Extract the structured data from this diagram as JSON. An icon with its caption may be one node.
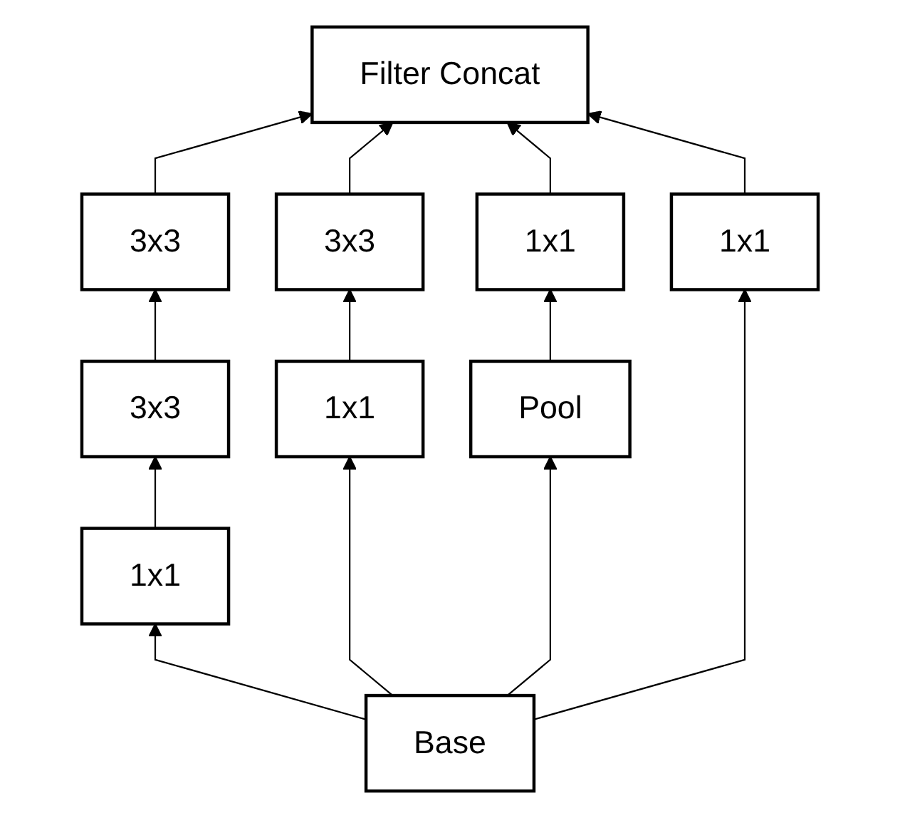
{
  "diagram": {
    "nodes": [
      {
        "text": [
          "Filter Concat"
        ]
      },
      {
        "text": [
          "3x3"
        ]
      },
      {
        "text": [
          "3x3"
        ]
      },
      {
        "text": [
          "3x3"
        ]
      },
      {
        "text": [
          "1x1"
        ]
      },
      {
        "text": [
          "1x1"
        ]
      },
      {
        "text": [
          "1x1"
        ]
      },
      {
        "text": [
          "Pool"
        ]
      },
      {
        "text": [
          "1x1"
        ]
      },
      {
        "text": [
          "Base"
        ]
      }
    ],
    "edges": [
      {
        "from": 9,
        "to": 5,
        "arrow": "to"
      },
      {
        "from": 9,
        "to": 6,
        "arrow": "to"
      },
      {
        "from": 9,
        "to": 7,
        "arrow": "to"
      },
      {
        "from": 9,
        "to": 8,
        "arrow": "to"
      },
      {
        "from": 5,
        "to": 2,
        "arrow": "to"
      },
      {
        "from": 2,
        "to": 1,
        "arrow": "to"
      },
      {
        "from": 6,
        "to": 3,
        "arrow": "to"
      },
      {
        "from": 7,
        "to": 4,
        "arrow": "to"
      },
      {
        "from": 1,
        "to": 0,
        "arrow": "to"
      },
      {
        "from": 3,
        "to": 0,
        "arrow": "to"
      },
      {
        "from": 4,
        "to": 0,
        "arrow": "to"
      },
      {
        "from": 8,
        "to": 0,
        "arrow": "to"
      }
    ]
  }
}
